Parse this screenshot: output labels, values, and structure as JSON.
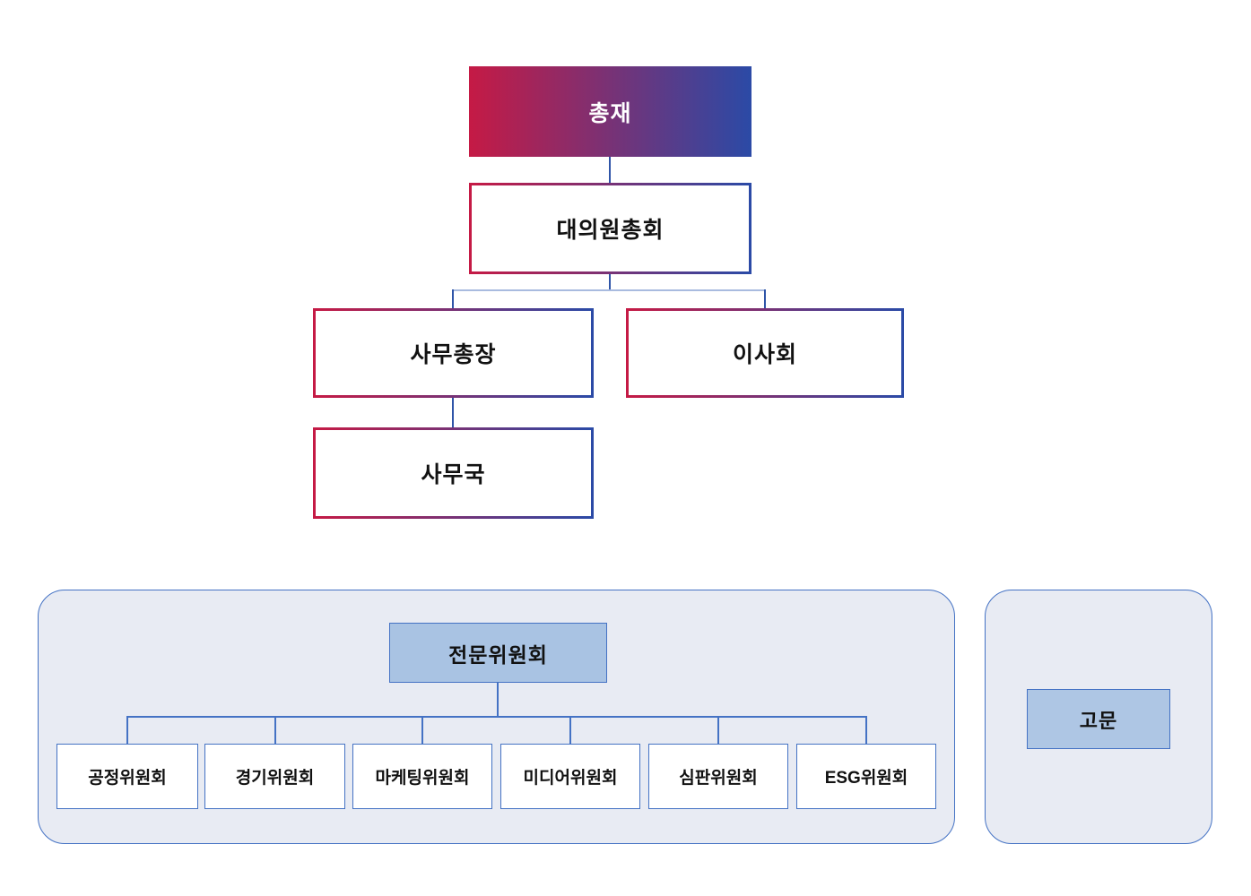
{
  "diagram_title": "organization-chart",
  "colors": {
    "gradient_red": "#C51A45",
    "gradient_blue": "#2B4AA6",
    "panel_background": "#E8EBF3",
    "panel_border": "#4472C4",
    "committee_parent_fill": "#A9C3E3",
    "advisor_fill": "#AEC6E4",
    "connector_dark": "#2F55A8",
    "connector_light": "#A9BBDF",
    "box_text": "#111111",
    "president_text": "#FFFFFF"
  },
  "org": {
    "president": "총재",
    "delegate_assembly": "대의원총회",
    "secretary_general": "사무총장",
    "board": "이사회",
    "secretariat": "사무국"
  },
  "committees": {
    "parent": "전문위원회",
    "items": [
      {
        "label": "공정위원회"
      },
      {
        "label": "경기위원회"
      },
      {
        "label": "마케팅위원회"
      },
      {
        "label": "미디어위원회"
      },
      {
        "label": "심판위원회"
      },
      {
        "label": "ESG위원회"
      }
    ]
  },
  "advisor": {
    "label": "고문"
  }
}
